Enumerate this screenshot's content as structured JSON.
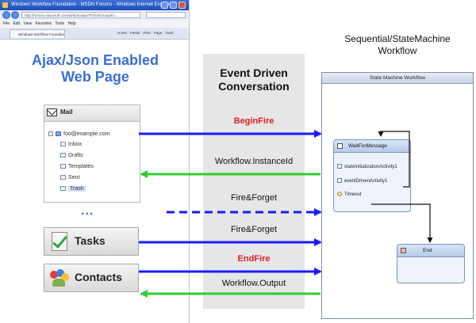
{
  "browser": {
    "window_title": "Windows Workflow Foundation - MSDN Forums - Windows Internet Explorer",
    "url": "http://forums.microsoft.com/default.aspx?ForumGroupID=...",
    "menu": "File Edit View Favorites Tools Help",
    "tab": "Windows Workflow Foundation - MSDN Forums",
    "toolbar": "Home · Feeds · Print · Page · Tools"
  },
  "left_title": {
    "line1": "Ajax/Json Enabled",
    "line2": "Web Page"
  },
  "mail": {
    "label": "Mail",
    "account": "foo@example.com",
    "folders": [
      "Inbox",
      "Drafts",
      "Templates",
      "Sent",
      "Trash"
    ]
  },
  "ellipsis": "...",
  "tasks_label": "Tasks",
  "contacts_label": "Contacts",
  "middle_title": {
    "line1": "Event Driven",
    "line2": "Conversation"
  },
  "messages": [
    "BeginFire",
    "Workflow.InstanceId",
    "Fire&Forget",
    "Fire&Forget",
    "EndFire",
    "Workflow.Output"
  ],
  "workflow_title": {
    "line1": "Sequential/StateMachine",
    "line2": "Workflow"
  },
  "workflow": {
    "header": "State Machine Workflow",
    "state1": "WaitForMessage",
    "activities": [
      "stateInitializationActivity1",
      "eventDrivenActivity1",
      "Timeout"
    ],
    "state2": "End"
  },
  "colors": {
    "blue_arrow": "#1a1aff",
    "green_arrow": "#33cc33",
    "red_label": "#e02020",
    "heading_blue": "#3a6fd2"
  }
}
